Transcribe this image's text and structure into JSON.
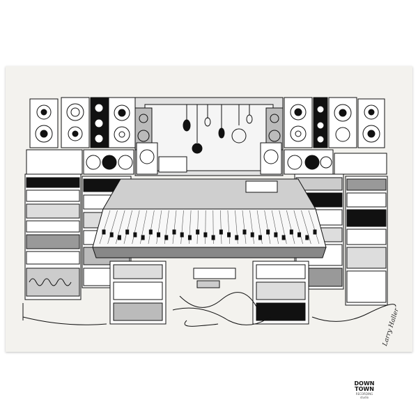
{
  "artwork": {
    "paper_color": "#f3f2ee",
    "ink_color": "#111111",
    "tone_color": "#8e8e8e",
    "subject": "studio-console-illustration"
  },
  "logo": {
    "line1": "DOWN",
    "line2": "TOWN",
    "line3": "RECORDING",
    "caption": "studio"
  },
  "signature": {
    "text": "Larry Haller"
  }
}
